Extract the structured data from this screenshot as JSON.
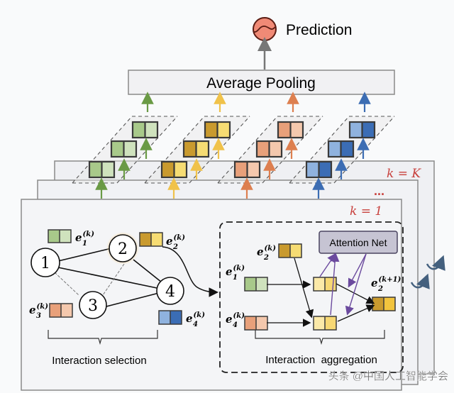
{
  "title": {
    "prediction": "Prediction",
    "pooling": "Average Pooling"
  },
  "layers": {
    "top": "k = K",
    "middle": "...",
    "bottom": "k = 1"
  },
  "selection": {
    "label": "Interaction selection",
    "nodes": [
      "1",
      "2",
      "3",
      "4"
    ],
    "highlighted_node": "2",
    "solid_edges": [
      [
        "1",
        "2"
      ],
      [
        "1",
        "4"
      ],
      [
        "2",
        "4"
      ],
      [
        "3",
        "4"
      ]
    ],
    "dashed_edges": [
      [
        "1",
        "3"
      ],
      [
        "2",
        "3"
      ]
    ],
    "embeddings": [
      {
        "node": "1",
        "base": "e",
        "sub": "1",
        "sup": "(k)"
      },
      {
        "node": "2",
        "base": "e",
        "sub": "2",
        "sup": "(k)"
      },
      {
        "node": "3",
        "base": "e",
        "sub": "3",
        "sup": "(k)"
      },
      {
        "node": "4",
        "base": "e",
        "sub": "4",
        "sup": "(k)"
      }
    ]
  },
  "aggregation": {
    "label": "Interaction  aggregation",
    "attention_net": "Attention Net",
    "inputs": [
      {
        "base": "e",
        "sub": "2",
        "sup": "(k)"
      },
      {
        "base": "e",
        "sub": "1",
        "sup": "(k)"
      },
      {
        "base": "e",
        "sub": "4",
        "sup": "(k)"
      }
    ],
    "output": {
      "base": "e",
      "sub": "2",
      "sup": "(k+1)"
    }
  },
  "colors": {
    "node1": [
      "#a8c98a",
      "#cfe2bd"
    ],
    "node2": [
      "#c99a2e",
      "#f6dc73"
    ],
    "node3": [
      "#e8a07a",
      "#f4c8ad"
    ],
    "node4": [
      "#8fb2de",
      "#3b6db5"
    ],
    "agg_light": [
      "#fbe9a8",
      "#f7d874"
    ],
    "agg_out": [
      "#c99a2e",
      "#f2c43e"
    ],
    "arrow_green": "#6a9a45",
    "arrow_yellow": "#f0c24a",
    "arrow_orange": "#dd7f4f",
    "arrow_blue": "#3c6db3",
    "attention_arrow": "#6b4a9e",
    "k_label": "#c8413d",
    "prediction_fill": "#f08a76"
  },
  "watermark": "头条 @中国人工智能学会"
}
